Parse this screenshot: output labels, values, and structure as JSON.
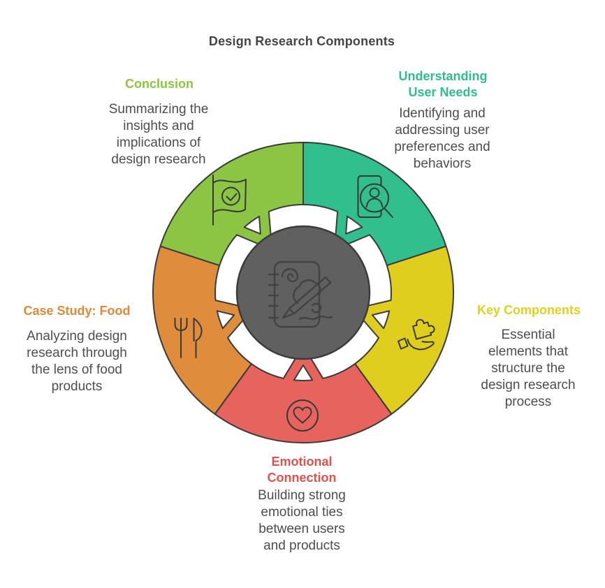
{
  "title": "Design Research Components",
  "colors": {
    "outline": "#3B3B3B",
    "center_fill": "#606060",
    "body_text": "#4E4E4E",
    "title_text": "#454545",
    "background": "#FFFFFF"
  },
  "center": {
    "icon": "sketch-notebook-pencil-icon"
  },
  "segments": [
    {
      "name": "understanding-user-needs",
      "label": "Understanding User Needs",
      "label_color": "#2EBE8C",
      "color": "#30BF8D",
      "icon": "user-search-icon",
      "description": "Identifying and addressing user preferences and behaviors",
      "description_lines": [
        "Identifying and",
        "addressing user",
        "preferences and",
        "behaviors"
      ]
    },
    {
      "name": "key-components",
      "label": "Key Components",
      "label_color": "#E3CF1B",
      "color": "#E0CE1E",
      "icon": "puzzle-hand-icon",
      "description": "Essential elements that structure the design research process",
      "description_lines": [
        "Essential",
        "elements that",
        "structure the",
        "design research",
        "process"
      ]
    },
    {
      "name": "emotional-connection",
      "label": "Emotional Connection",
      "label_color": "#E2514D",
      "color": "#E7635D",
      "icon": "heart-icon",
      "description": "Building strong emotional ties between users and products",
      "description_lines": [
        "Building strong",
        "emotional ties",
        "between users",
        "and products"
      ]
    },
    {
      "name": "case-study-food",
      "label": "Case Study: Food",
      "label_color": "#E08A38",
      "color": "#DF8D3C",
      "icon": "fork-knife-icon",
      "description": "Analyzing design research through the lens of food products",
      "description_lines": [
        "Analyzing design",
        "research through",
        "the lens of food",
        "products"
      ]
    },
    {
      "name": "conclusion",
      "label": "Conclusion",
      "label_color": "#8CC63F",
      "color": "#8CC544",
      "icon": "flag-check-icon",
      "description": "Summarizing the insights and implications of design research",
      "description_lines": [
        "Summarizing the",
        "insights and",
        "implications of",
        "design research"
      ]
    }
  ]
}
